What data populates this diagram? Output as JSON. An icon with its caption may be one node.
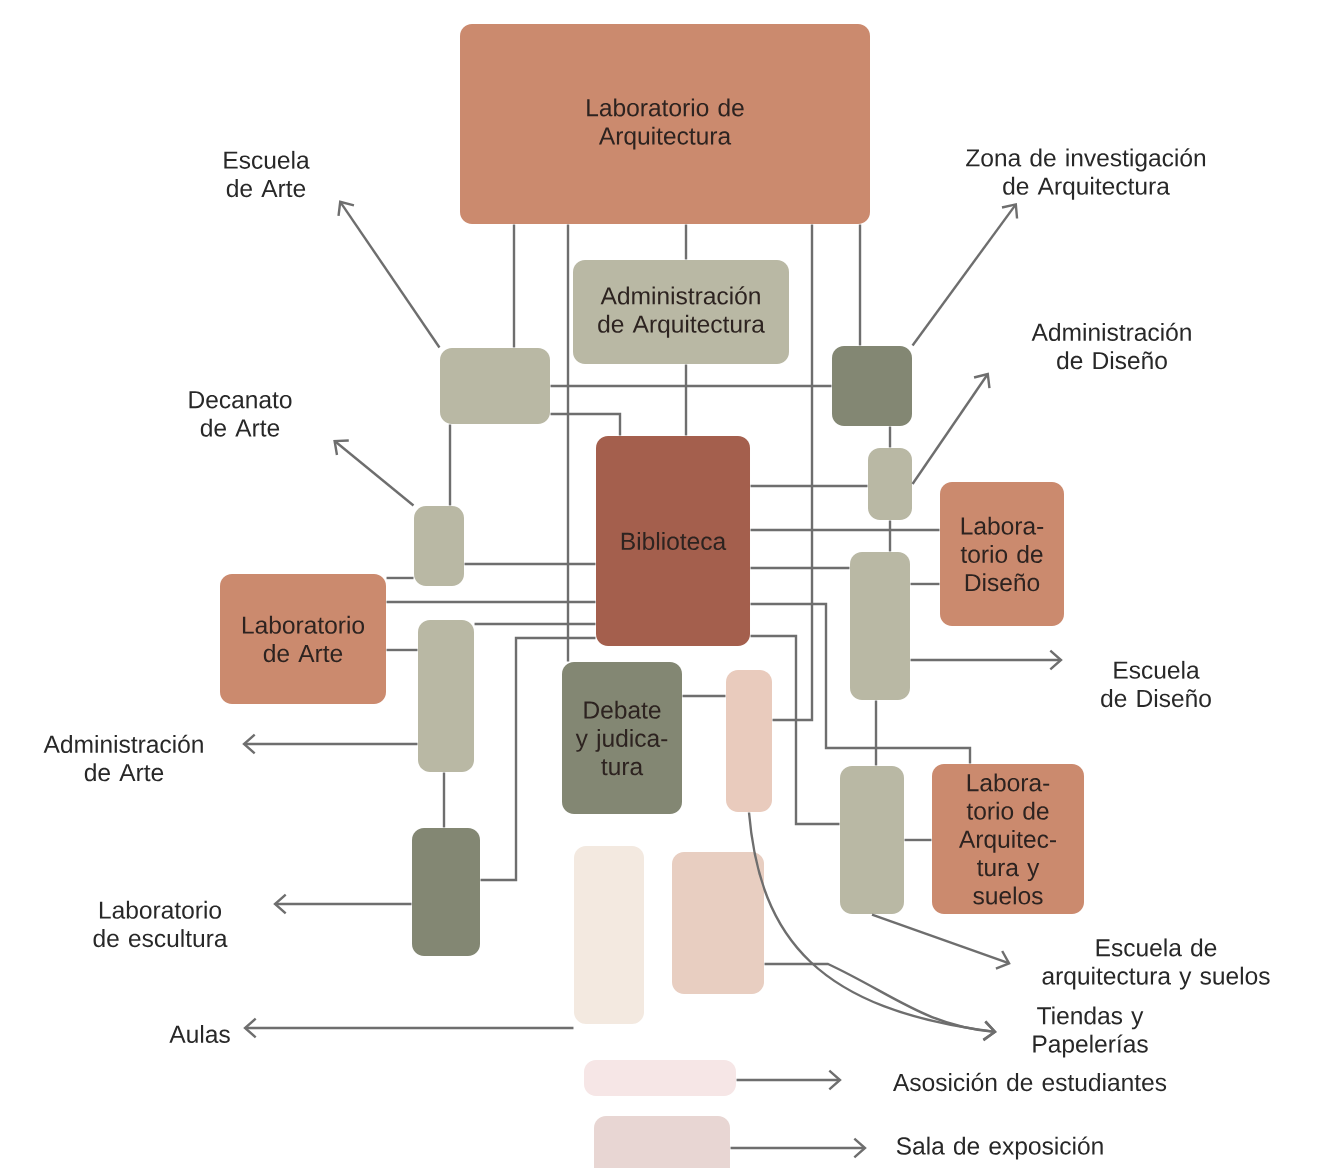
{
  "diagram": {
    "nodes": [
      {
        "text": [
          "Laboratorio de Arquitectura"
        ]
      },
      {
        "text": [
          "Administración de Arquitectura"
        ]
      },
      {
        "text": [
          "Biblioteca"
        ]
      },
      {
        "text": [
          "Laboratorio de Arte"
        ]
      },
      {
        "text": [
          "Labora- torio de Diseño"
        ]
      },
      {
        "text": [
          "Debate y judica- tura"
        ]
      },
      {
        "text": [
          "Labora- torio de Arquitec- tura y suelos"
        ]
      },
      {
        "text": [],
        "shape": "box"
      },
      {
        "text": [],
        "shape": "box"
      },
      {
        "text": [],
        "shape": "box"
      },
      {
        "text": [],
        "shape": "box"
      },
      {
        "text": [],
        "shape": "box"
      },
      {
        "text": [],
        "shape": "box"
      },
      {
        "text": [],
        "shape": "box"
      },
      {
        "text": [],
        "shape": "box"
      },
      {
        "text": [],
        "shape": "box"
      },
      {
        "text": [],
        "shape": "box"
      },
      {
        "text": [],
        "shape": "box"
      },
      {
        "text": [],
        "shape": "box"
      },
      {
        "text": [],
        "shape": "box"
      },
      {
        "text": [
          "Escuela de Arte"
        ]
      },
      {
        "text": [
          "Zona de investigación de Arquitectura"
        ]
      },
      {
        "text": [
          "Administración de Diseño"
        ]
      },
      {
        "text": [
          "Decanato de Arte"
        ]
      },
      {
        "text": [
          "Escuela de Diseño"
        ]
      },
      {
        "text": [
          "Administración de Arte"
        ]
      },
      {
        "text": [
          "Laboratorio de escultura"
        ]
      },
      {
        "text": [
          "Aulas"
        ]
      },
      {
        "text": [
          "Escuela de arquitectura y suelos"
        ]
      },
      {
        "text": [
          "Tiendas y Papelerías"
        ]
      },
      {
        "text": [
          "Asosición de estudiantes"
        ]
      },
      {
        "text": [
          "Sala de exposición"
        ]
      }
    ],
    "edges": [
      {
        "from": 0,
        "to": 7,
        "arrow": "none"
      },
      {
        "from": 0,
        "to": 1,
        "arrow": "none"
      },
      {
        "from": 0,
        "to": 8,
        "arrow": "none"
      },
      {
        "from": 0,
        "to": 5,
        "arrow": "none"
      },
      {
        "from": 0,
        "to": 13,
        "arrow": "none"
      },
      {
        "from": 1,
        "to": 2,
        "arrow": "none"
      },
      {
        "from": 7,
        "to": 8,
        "arrow": "none"
      },
      {
        "from": 7,
        "to": 2,
        "arrow": "none"
      },
      {
        "from": 7,
        "to": 10,
        "arrow": "none"
      },
      {
        "from": 2,
        "to": 9,
        "arrow": "none"
      },
      {
        "from": 2,
        "to": 4,
        "arrow": "none"
      },
      {
        "from": 2,
        "to": 11,
        "arrow": "none"
      },
      {
        "from": 10,
        "to": 2,
        "arrow": "none"
      },
      {
        "from": 3,
        "to": 2,
        "arrow": "none"
      },
      {
        "from": 3,
        "to": 10,
        "arrow": "none"
      },
      {
        "from": 3,
        "to": 12,
        "arrow": "none"
      },
      {
        "from": 12,
        "to": 2,
        "arrow": "none"
      },
      {
        "from": 2,
        "to": 14,
        "arrow": "none"
      },
      {
        "from": 2,
        "to": 15,
        "arrow": "none"
      },
      {
        "from": 2,
        "to": 6,
        "arrow": "none"
      },
      {
        "from": 8,
        "to": 9,
        "arrow": "none"
      },
      {
        "from": 9,
        "to": 11,
        "arrow": "none"
      },
      {
        "from": 11,
        "to": 15,
        "arrow": "none"
      },
      {
        "from": 11,
        "to": 4,
        "arrow": "none"
      },
      {
        "from": 15,
        "to": 6,
        "arrow": "none"
      },
      {
        "from": 12,
        "to": 14,
        "arrow": "none"
      },
      {
        "from": 5,
        "to": 13,
        "arrow": "none"
      },
      {
        "from": 17,
        "to": 29,
        "arrow": "to"
      },
      {
        "from": 7,
        "to": 20,
        "arrow": "to"
      },
      {
        "from": 8,
        "to": 21,
        "arrow": "to"
      },
      {
        "from": 9,
        "to": 22,
        "arrow": "to"
      },
      {
        "from": 10,
        "to": 23,
        "arrow": "to"
      },
      {
        "from": 11,
        "to": 24,
        "arrow": "to"
      },
      {
        "from": 12,
        "to": 25,
        "arrow": "to"
      },
      {
        "from": 14,
        "to": 26,
        "arrow": "to"
      },
      {
        "from": 15,
        "to": 28,
        "arrow": "to"
      },
      {
        "from": 13,
        "to": 29,
        "arrow": "to"
      },
      {
        "from": 16,
        "to": 27,
        "arrow": "to"
      },
      {
        "from": 18,
        "to": 30,
        "arrow": "to"
      },
      {
        "from": 19,
        "to": 31,
        "arrow": "to"
      }
    ]
  }
}
